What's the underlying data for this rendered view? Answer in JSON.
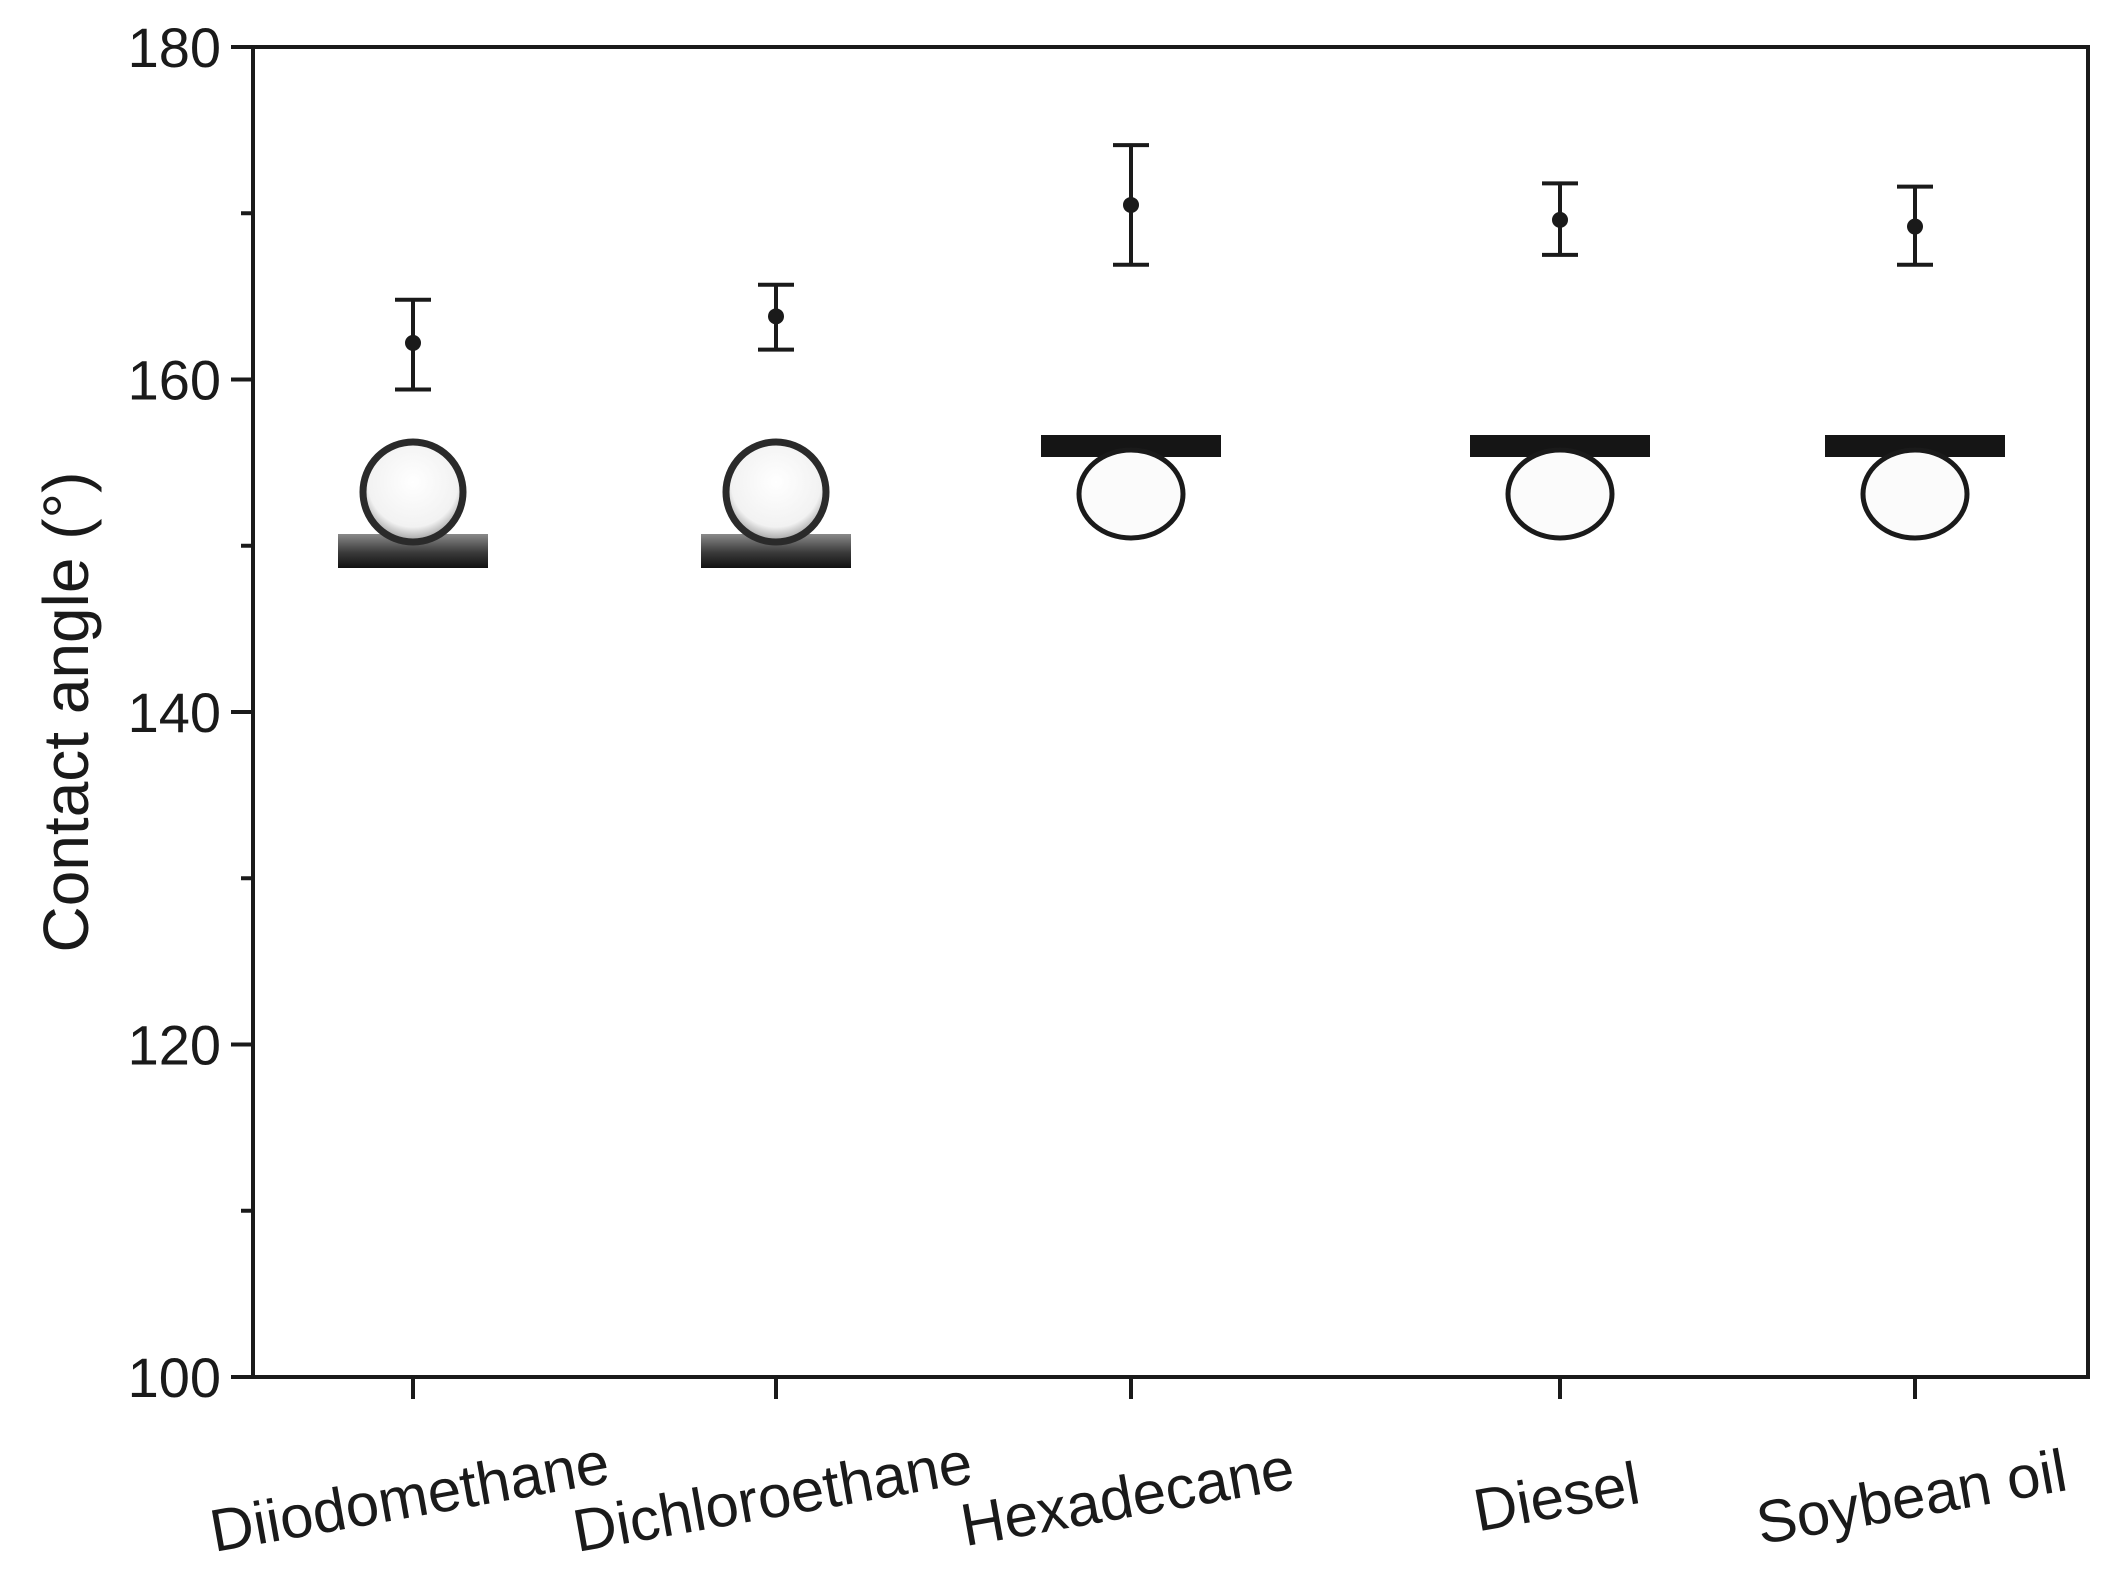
{
  "chart_data": {
    "type": "scatter",
    "title": "",
    "xlabel": "",
    "ylabel": "Contact angle (°)",
    "ylim": [
      100,
      180
    ],
    "yticks_major": [
      100,
      120,
      140,
      160,
      180
    ],
    "yticks_minor": [
      110,
      130,
      150,
      170
    ],
    "grid": false,
    "legend": "none",
    "categories": [
      "Diiodomethane",
      "Dichloroethane",
      "Hexadecane",
      "Diesel",
      "Soybean oil"
    ],
    "series": [
      {
        "values": [
          162.2,
          163.8,
          170.5,
          169.6,
          169.2
        ],
        "error_low": [
          159.4,
          161.8,
          166.9,
          167.5,
          166.9
        ],
        "error_high": [
          164.8,
          165.7,
          174.1,
          171.8,
          171.6
        ]
      }
    ],
    "insets": [
      {
        "category": "Diiodomethane",
        "kind": "droplet-on-surface"
      },
      {
        "category": "Dichloroethane",
        "kind": "droplet-on-surface"
      },
      {
        "category": "Hexadecane",
        "kind": "droplet-under-surface"
      },
      {
        "category": "Diesel",
        "kind": "droplet-under-surface"
      },
      {
        "category": "Soybean oil",
        "kind": "droplet-under-surface"
      }
    ],
    "colors": {
      "axis": "#1a1a1a",
      "marker": "#1a1a1a"
    }
  }
}
